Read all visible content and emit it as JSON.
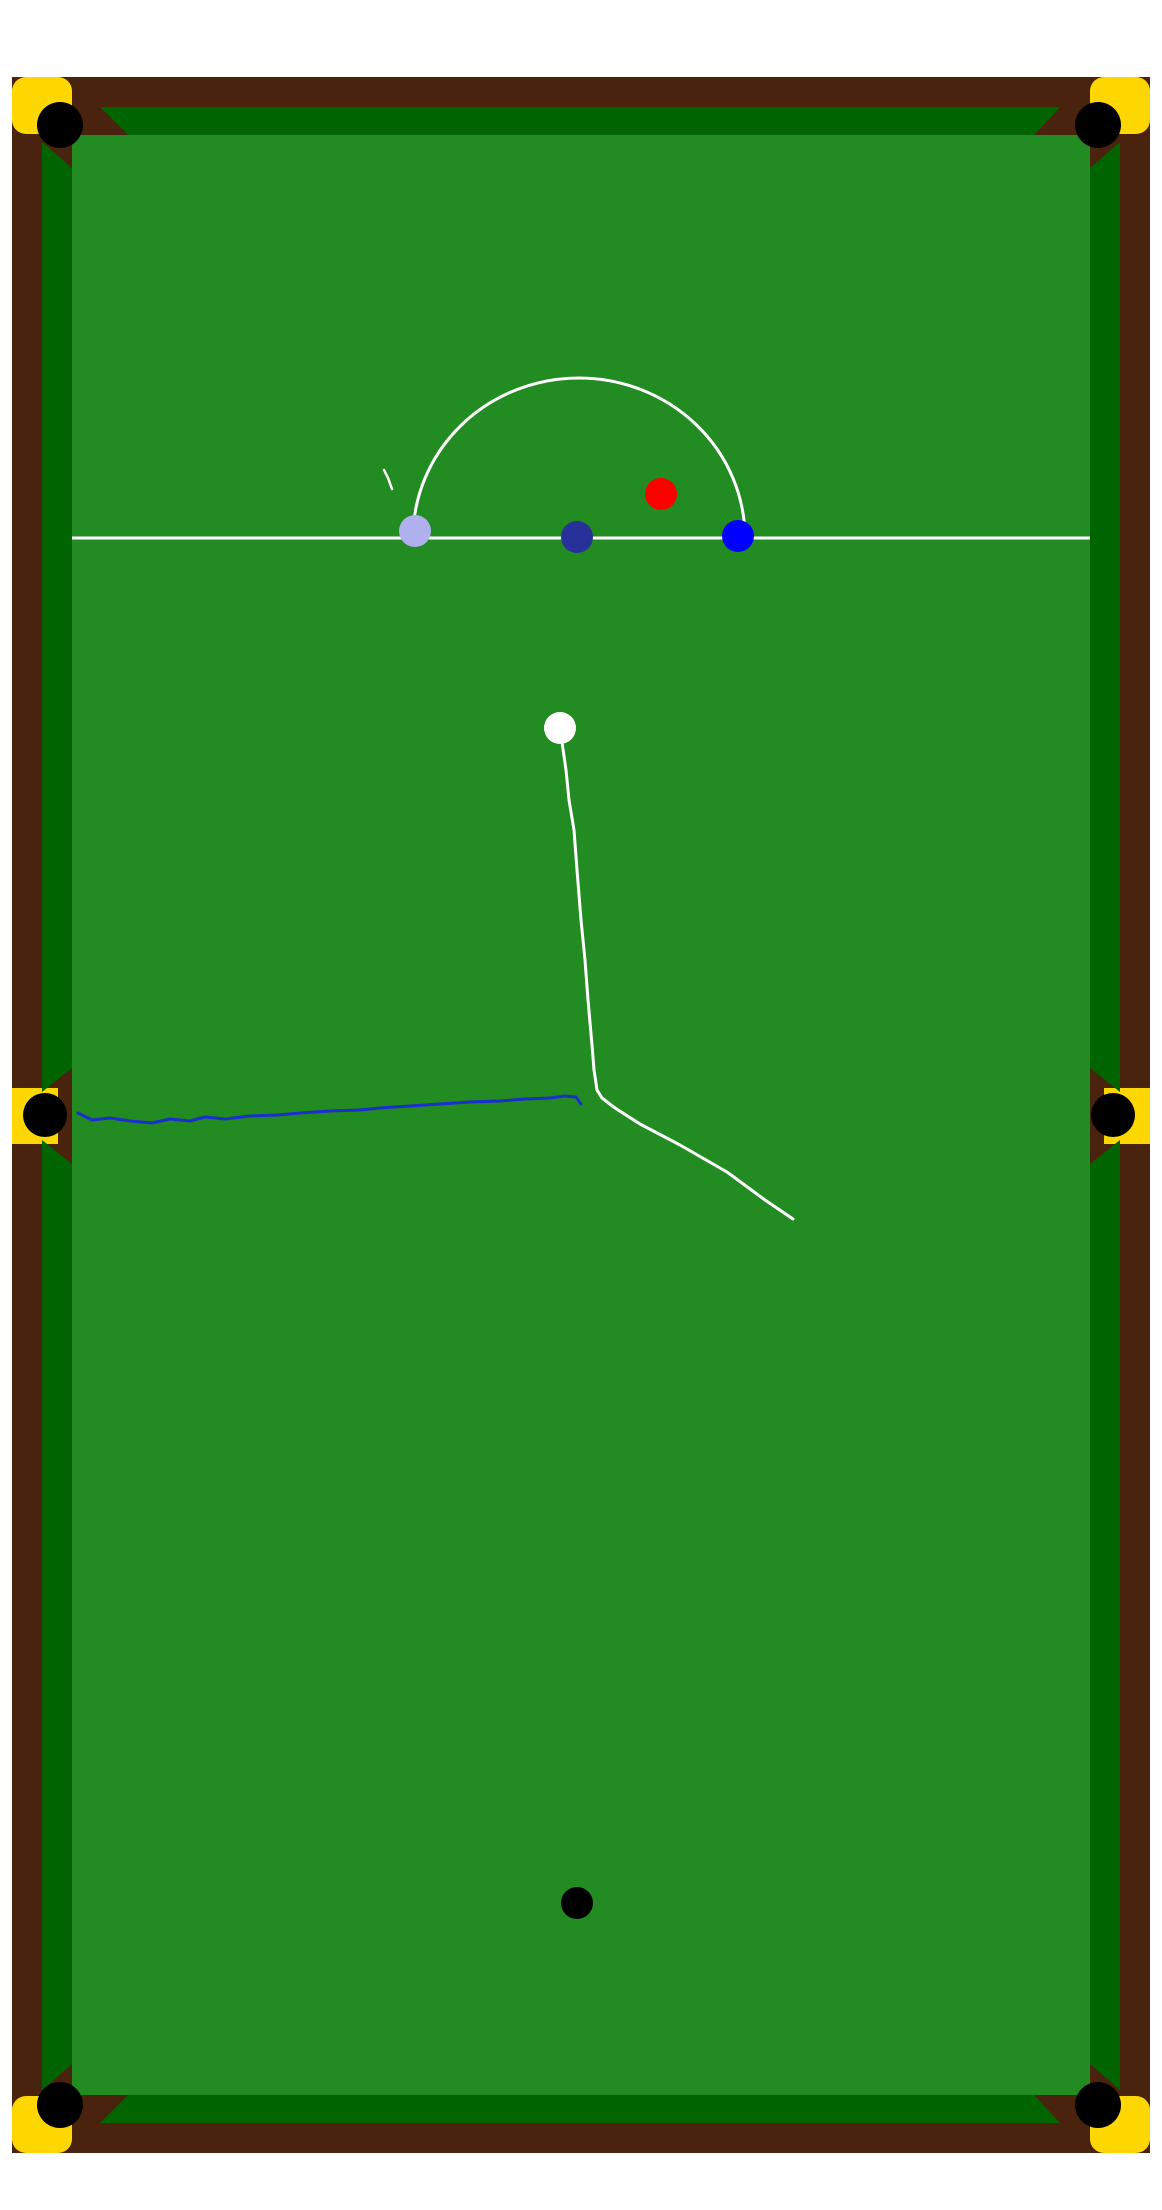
{
  "table": {
    "colors": {
      "background": "#ffffff",
      "rail": "#4a230f",
      "cushion": "#006400",
      "cloth": "#228b22",
      "pocket_plate": "#ffd700",
      "pocket": "#000000",
      "markings": "#ffffff"
    },
    "markings": [
      "baulk-line",
      "d-semicircle"
    ],
    "pockets": [
      "top-left",
      "top-right",
      "middle-left",
      "middle-right",
      "bottom-left",
      "bottom-right"
    ]
  },
  "balls": [
    {
      "id": "cue-ball",
      "color": "#ffffff"
    },
    {
      "id": "red-ball",
      "color": "#ff0000"
    },
    {
      "id": "yellow-spot-ball",
      "color": "#b0b0ee"
    },
    {
      "id": "brown-spot-ball",
      "color": "#28309a"
    },
    {
      "id": "green-spot-ball",
      "color": "#0000ff"
    },
    {
      "id": "black-ball",
      "color": "#000000"
    }
  ],
  "trajectories": [
    {
      "id": "cue-ball-path",
      "color": "#ffffff"
    },
    {
      "id": "object-ball-path",
      "color": "#1a2fcc"
    },
    {
      "id": "stray-mark",
      "color": "#ffffff"
    }
  ]
}
